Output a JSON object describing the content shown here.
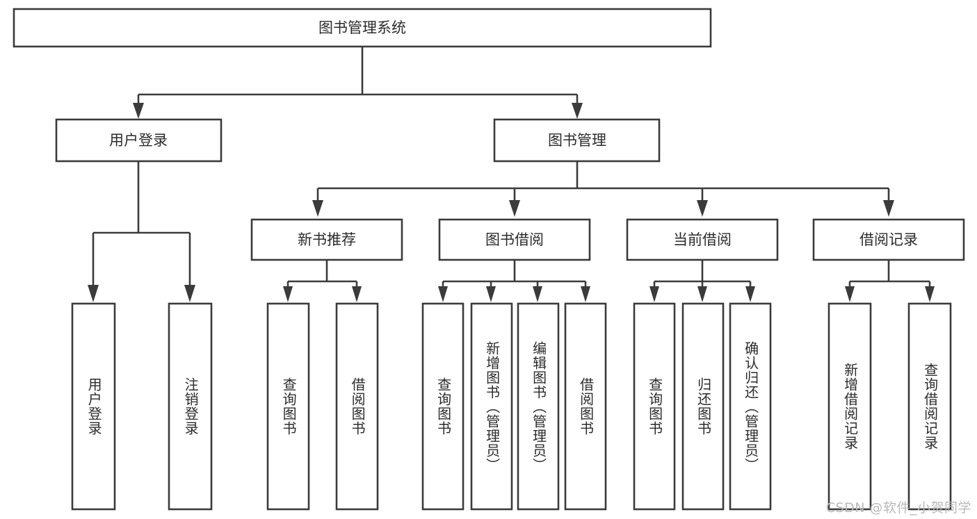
{
  "diagram": {
    "type": "tree-hierarchy",
    "title": "图书管理系统",
    "watermark": "CSDN @软件_小贺同学",
    "colors": {
      "box_fill": "#ffffff",
      "box_stroke": "#3b3b3b",
      "text": "#2b2b2b",
      "watermark": "#b9b9b9",
      "background": "#ffffff"
    },
    "levels": {
      "root": {
        "label": "图书管理系统"
      },
      "level2": [
        {
          "label": "用户登录"
        },
        {
          "label": "图书管理"
        }
      ],
      "level3": [
        {
          "label": "新书推荐"
        },
        {
          "label": "图书借阅"
        },
        {
          "label": "当前借阅"
        },
        {
          "label": "借阅记录"
        }
      ]
    },
    "leaves": {
      "user_login": [
        {
          "label": "用户登录"
        },
        {
          "label": "注销登录"
        }
      ],
      "new_book": [
        {
          "label": "查询图书"
        },
        {
          "label": "借阅图书"
        }
      ],
      "borrow_book": [
        {
          "label": "查询图书"
        },
        {
          "label": "新增图书（管理员）"
        },
        {
          "label": "编辑图书（管理员）"
        },
        {
          "label": "借阅图书"
        }
      ],
      "current_borrow": [
        {
          "label": "查询图书"
        },
        {
          "label": "归还图书"
        },
        {
          "label": "确认归还（管理员）"
        }
      ],
      "borrow_record": [
        {
          "label": "新增借阅记录"
        },
        {
          "label": "查询借阅记录"
        }
      ]
    }
  }
}
